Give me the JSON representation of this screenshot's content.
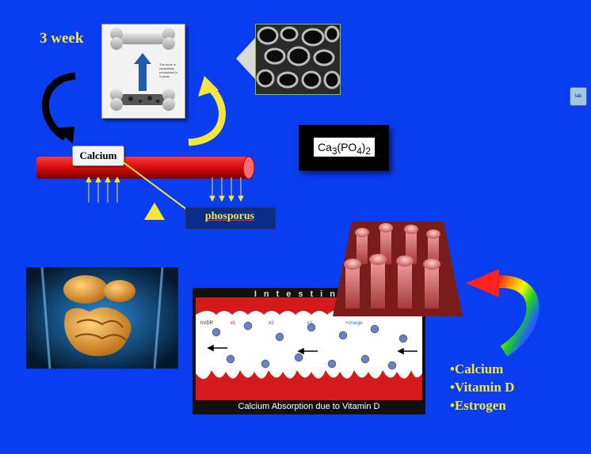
{
  "week_label": "3 week",
  "bone_card": {
    "caption_lines": [
      "The bone is",
      "completely",
      "remodeled in",
      "3 years"
    ]
  },
  "calcium_label": "Calcium",
  "phosphorus_label": "phosporus",
  "formula": {
    "base": "Ca",
    "sub1": "3",
    "mid": "(PO",
    "sub2": "4",
    "close": ")",
    "sub3": "2"
  },
  "tab_button_label": "tab",
  "intestine": {
    "title": "Intestinal",
    "caption": "Calcium Absorption due to Vitamin D",
    "receptor_labels": [
      "hVDR",
      "#1",
      "#2",
      "#3",
      "+charge"
    ]
  },
  "factors": [
    "Calcium",
    "Vitamin D",
    "Estrogen"
  ],
  "colors": {
    "background": "#0a3df0",
    "label_yellow": "#f5e63b",
    "vessel_red": "#d40a0a"
  }
}
